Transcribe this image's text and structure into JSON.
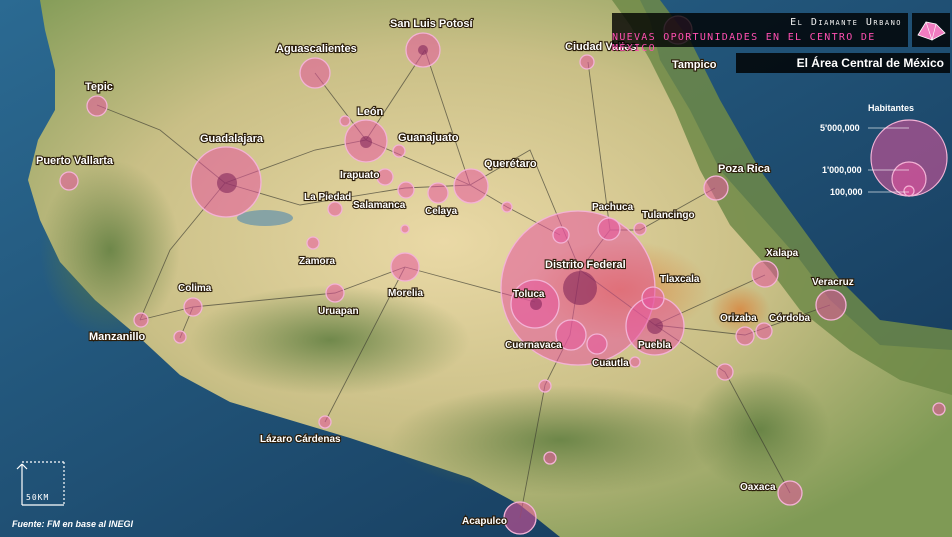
{
  "title": {
    "line1": "El Diamante Urbano",
    "line2": "Nuevas oportunidades en el centro de México",
    "subtitle": "El Área Central de México"
  },
  "legend": {
    "title": "Habitantes",
    "levels": [
      "5'000,000",
      "1'000,000",
      "100,000"
    ]
  },
  "scale_label": "50km",
  "source": "Fuente: FM en base al INEGI",
  "colors": {
    "ocean": "#1f4f78",
    "land_low": "#8fa45a",
    "land_high": "#e9d9a8",
    "circle_fill": "#e6559f",
    "circle_stroke": "#f2a6cf"
  },
  "cities": [
    {
      "name": "San Luis Potosí"
    },
    {
      "name": "Aguascalientes"
    },
    {
      "name": "Ciudad Valles"
    },
    {
      "name": "Tampico"
    },
    {
      "name": "Tepic"
    },
    {
      "name": "León"
    },
    {
      "name": "Guadalajara"
    },
    {
      "name": "Guanajuato"
    },
    {
      "name": "Puerto Vallarta"
    },
    {
      "name": "Irapuato"
    },
    {
      "name": "Querétaro"
    },
    {
      "name": "Poza Rica"
    },
    {
      "name": "La Piedad"
    },
    {
      "name": "Salamanca"
    },
    {
      "name": "Celaya"
    },
    {
      "name": "Pachuca"
    },
    {
      "name": "Tulancingo"
    },
    {
      "name": "Zamora"
    },
    {
      "name": "Distrito Federal"
    },
    {
      "name": "Xalapa"
    },
    {
      "name": "Veracruz"
    },
    {
      "name": "Colima"
    },
    {
      "name": "Morelia"
    },
    {
      "name": "Tlaxcala"
    },
    {
      "name": "Toluca"
    },
    {
      "name": "Uruapan"
    },
    {
      "name": "Manzanillo"
    },
    {
      "name": "Córdoba"
    },
    {
      "name": "Orizaba"
    },
    {
      "name": "Cuernavaca"
    },
    {
      "name": "Puebla"
    },
    {
      "name": "Cuautla"
    },
    {
      "name": "Lázaro Cárdenas"
    },
    {
      "name": "Oaxaca"
    },
    {
      "name": "Acapulco"
    }
  ]
}
